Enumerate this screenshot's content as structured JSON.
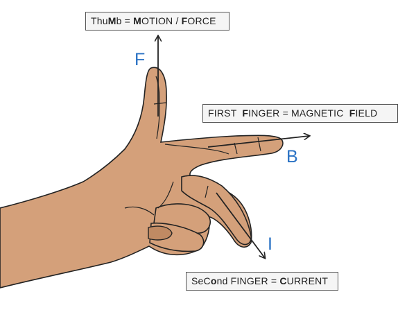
{
  "labels": {
    "thumb": {
      "parts": [
        {
          "text": "Thu",
          "bold": false
        },
        {
          "text": "M",
          "bold": true
        },
        {
          "text": "b = ",
          "bold": false
        },
        {
          "text": "M",
          "bold": true
        },
        {
          "text": "OTION / ",
          "bold": false
        },
        {
          "text": "F",
          "bold": true
        },
        {
          "text": "ORCE",
          "bold": false
        }
      ]
    },
    "first_finger": {
      "parts": [
        {
          "text": "FIRST  ",
          "bold": false
        },
        {
          "text": "F",
          "bold": true
        },
        {
          "text": "INGER = MAGNETIC  ",
          "bold": false
        },
        {
          "text": "F",
          "bold": true
        },
        {
          "text": "IELD",
          "bold": false
        }
      ]
    },
    "second_finger": {
      "parts": [
        {
          "text": "SeC",
          "bold": false
        },
        {
          "text": "o",
          "bold": true
        },
        {
          "text": "nd FINGER = ",
          "bold": false
        },
        {
          "text": "C",
          "bold": true
        },
        {
          "text": "URRENT",
          "bold": false
        }
      ]
    }
  },
  "axis_letters": {
    "force": "F",
    "field": "B",
    "current": "I"
  },
  "colors": {
    "skin": "#d4a07a",
    "skin_shadow": "#c08a63",
    "outline": "#222222",
    "arrow": "#222222",
    "letter": "#2a72c4",
    "box_fill": "#f5f5f5",
    "box_border": "#555555"
  }
}
